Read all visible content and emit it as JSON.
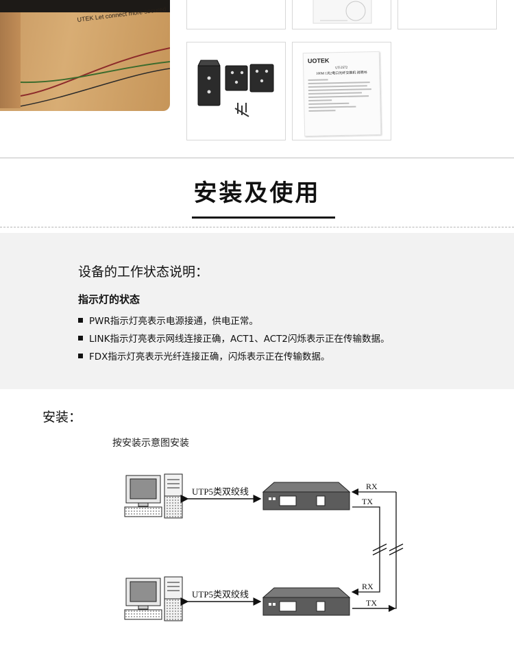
{
  "top_photos": {
    "box_slogan": "UTEK Let connect more secured",
    "manual": {
      "brand": "UOTEK",
      "model": "UT-2572",
      "title": "100M 1光2电口光纤交换机 说明书"
    }
  },
  "section": {
    "title": "安装及使用"
  },
  "status": {
    "heading": "设备的工作状态说明：",
    "sub_heading": "指示灯的状态",
    "items": [
      "PWR指示灯亮表示电源接通，供电正常。",
      "LINK指示灯亮表示网线连接正确，ACT1、ACT2闪烁表示正在传输数据。",
      "FDX指示灯亮表示光纤连接正确，闪烁表示正在传输数据。"
    ]
  },
  "install": {
    "label": "安装：",
    "caption": "按安装示意图安装",
    "diagram": {
      "cable_label_top": "UTP5类双绞线",
      "cable_label_bottom": "UTP5类双绞线",
      "rx_top": "RX",
      "tx_top": "TX",
      "rx_bottom": "RX",
      "tx_bottom": "TX"
    }
  }
}
